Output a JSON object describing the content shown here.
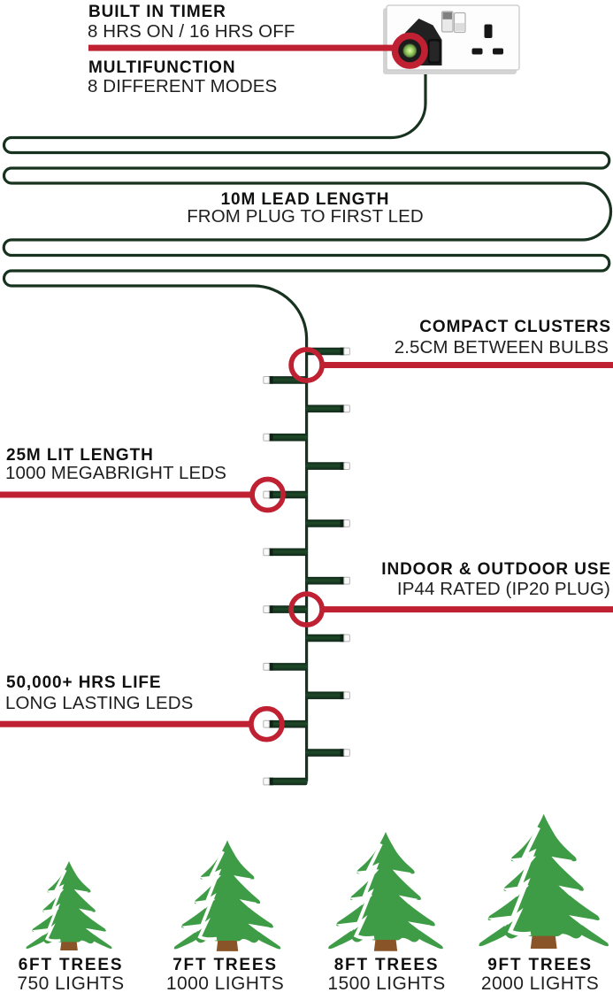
{
  "colors": {
    "accent_red": "#bf2032",
    "wire_green": "#17331f",
    "tree_green": "#3f9c46",
    "trunk_brown": "#8a5429",
    "led_green": "#9ed95e",
    "text_dark": "#101010",
    "background": "#ffffff"
  },
  "callouts": {
    "timer": {
      "title": "BUILT IN TIMER",
      "subtitle": "8 HRS ON / 16 HRS OFF"
    },
    "multifunction": {
      "title": "MULTIFUNCTION",
      "subtitle": "8 DIFFERENT MODES"
    },
    "lead_length": {
      "title": "10M LEAD LENGTH",
      "subtitle": "FROM PLUG TO FIRST LED"
    },
    "clusters": {
      "title": "COMPACT CLUSTERS",
      "subtitle": "2.5CM BETWEEN BULBS"
    },
    "lit_length": {
      "title": "25M LIT LENGTH",
      "subtitle": "1000 MEGABRIGHT LEDS"
    },
    "indoor_outdoor": {
      "title": "INDOOR & OUTDOOR USE",
      "subtitle": "IP44 RATED (IP20 PLUG)"
    },
    "lifespan": {
      "title": "50,000+ HRS LIFE",
      "subtitle": "LONG LASTING LEDS"
    }
  },
  "trees": [
    {
      "size": "6FT TREES",
      "lights": "750 LIGHTS"
    },
    {
      "size": "7FT TREES",
      "lights": "1000 LIGHTS"
    },
    {
      "size": "8FT TREES",
      "lights": "1500 LIGHTS"
    },
    {
      "size": "9FT TREES",
      "lights": "2000 LIGHTS"
    }
  ]
}
